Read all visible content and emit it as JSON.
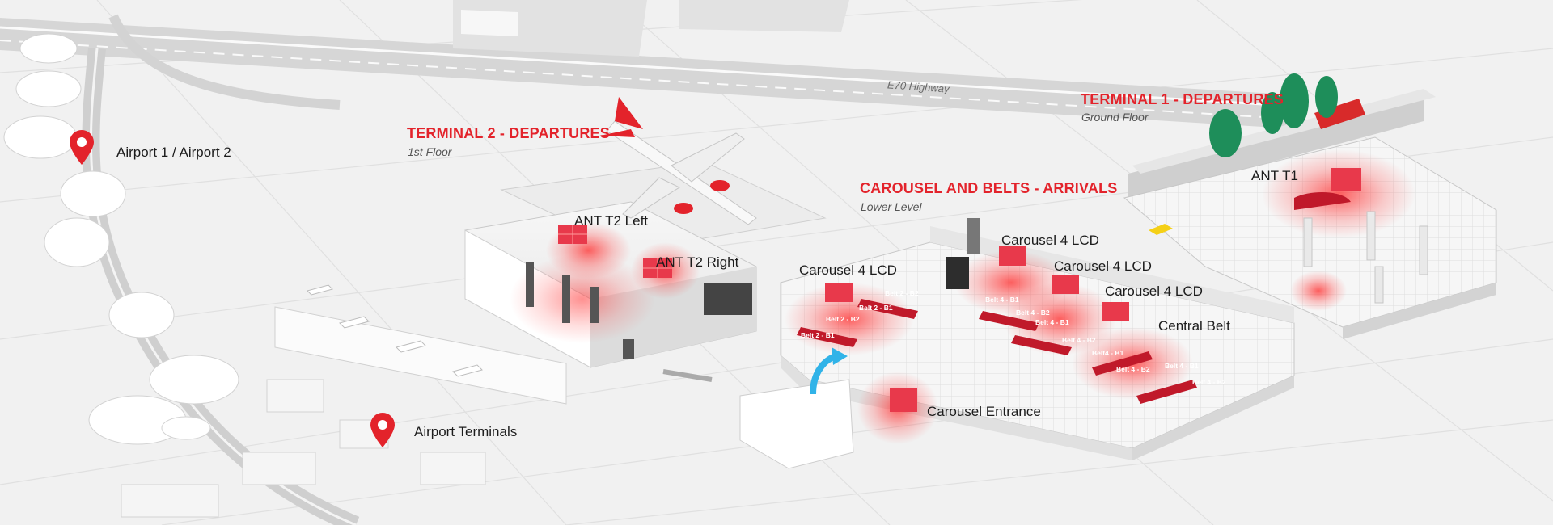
{
  "road": {
    "label": "E70 Highway"
  },
  "locations": {
    "airports": "Airport 1 / Airport 2",
    "terminals": "Airport Terminals"
  },
  "terminal2": {
    "title": "TERMINAL 2 - DEPARTURES",
    "floor": "1st Floor",
    "ant_left": "ANT T2 Left",
    "ant_right": "ANT T2 Right"
  },
  "terminal1": {
    "title": "TERMINAL 1 - DEPARTURES",
    "floor": "Ground Floor",
    "ant": "ANT T1"
  },
  "arrivals": {
    "title": "CAROUSEL AND BELTS - ARRIVALS",
    "floor": "Lower Level",
    "lcd_a": "Carousel 4 LCD",
    "lcd_b": "Carousel 4 LCD",
    "lcd_c": "Carousel 4 LCD",
    "lcd_d": "Carousel 4 LCD",
    "central": "Central Belt",
    "entrance": "Carousel Entrance",
    "belts": [
      "Belt 2 - B2",
      "Belt 2 - B1",
      "Belt 2 - B2",
      "Belt 2 - B1",
      "Belt 4 - B1",
      "Belt 4 - B2",
      "Belt 4 - B1",
      "Belt 4 - B2",
      "Belt4 - B1",
      "Belt 4 - B2",
      "Belt 4 - B1",
      "Belt 4 - B2"
    ]
  },
  "colors": {
    "accent": "#e3232b",
    "ground": "#f1f1f1",
    "building": "#ffffff",
    "glow": "#ff2b2b"
  },
  "icons": {
    "location": "map-pin-icon",
    "arrow": "entrance-arrow-icon"
  }
}
